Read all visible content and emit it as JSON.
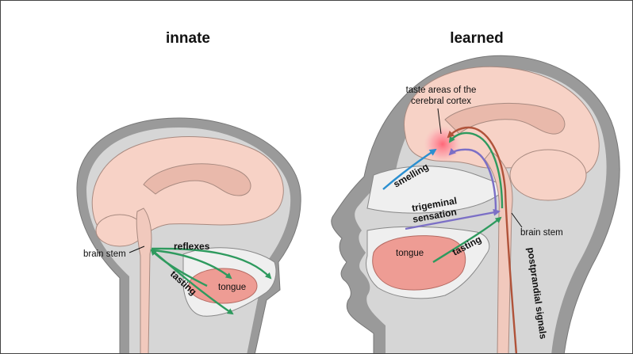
{
  "titles": {
    "left": "innate",
    "right": "learned"
  },
  "left_labels": {
    "brain_stem": "brain stem",
    "reflexes": "reflexes",
    "tasting": "tasting",
    "tongue": "tongue"
  },
  "right_labels": {
    "taste_areas_line1": "taste areas of the",
    "taste_areas_line2": "cerebral cortex",
    "smelling": "smelling",
    "trigeminal_line1": "trigeminal",
    "trigeminal_line2": "sensation",
    "tongue": "tongue",
    "tasting": "tasting",
    "brain_stem": "brain stem",
    "postprandial": "postprandial signals"
  },
  "colors": {
    "head": "#9a9a9a",
    "head_inner": "#d4d4d4",
    "brain": "#f7d2c6",
    "tongue": "#ee9c94",
    "green_arrow": "#2e9a5e",
    "blue_arrow": "#2b8fd0",
    "purple_arrow": "#7b6fc6",
    "brown_arrow": "#b0533a"
  }
}
